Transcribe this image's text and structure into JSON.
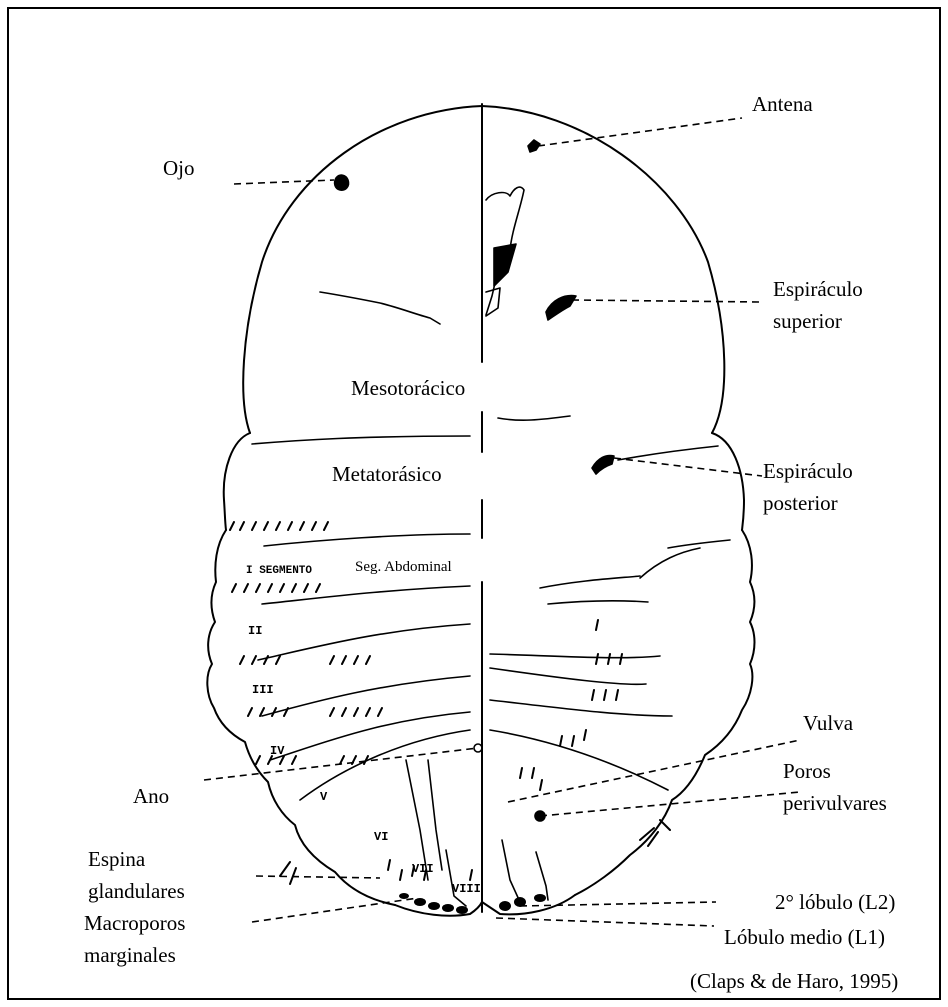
{
  "labels": {
    "antena": "Antena",
    "ojo": "Ojo",
    "espiraculo_superior": [
      "Espiráculo",
      "superior"
    ],
    "mesotoracico": "Mesotorácico",
    "metatorasico": "Metatorásico",
    "espiraculo_posterior": [
      "Espiráculo",
      "posterior"
    ],
    "seg_abdominal": "Seg. Abdominal",
    "vulva": "Vulva",
    "poros_perivulvares": [
      "Poros",
      "perivulvares"
    ],
    "ano": "Ano",
    "espina_glandulares": [
      "Espina",
      "glandulares"
    ],
    "segundo_lobulo": "2° lóbulo (L2)",
    "macroporos_marginales": [
      "Macroporos",
      "marginales"
    ],
    "lobulo_medio": "Lóbulo medio (L1)",
    "citation": "(Claps & de Haro, 1995)"
  },
  "segment_labels": {
    "s1": "I SEGMENTO",
    "s2": "II",
    "s3": "III",
    "s4": "IV",
    "s5": "V",
    "s6": "VI",
    "s7": "VII",
    "s8": "VIII"
  }
}
